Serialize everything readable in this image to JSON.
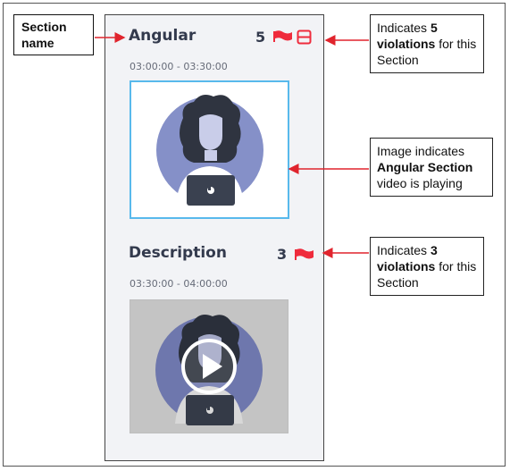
{
  "callouts": {
    "section_name": "Section name",
    "violations5": {
      "pre": "Indicates ",
      "bold": "5 violations",
      "post": " for this Section"
    },
    "image_playing": {
      "pre": "Image indicates ",
      "bold": "Angular Section",
      "post": " video is playing"
    },
    "violations3": {
      "pre": "Indicates ",
      "bold": "3 violations",
      "post": " for this Section"
    }
  },
  "sections": [
    {
      "title": "Angular",
      "count": "5",
      "time": "03:00:00 - 03:30:00",
      "state": "playing"
    },
    {
      "title": "Description",
      "count": "3",
      "time": "03:30:00 - 04:00:00",
      "state": "paused"
    }
  ],
  "icons": {
    "flag": "flag-icon",
    "layout": "panel-layout-icon",
    "play": "play-icon",
    "avatar": "person-with-laptop-icon"
  },
  "colors": {
    "flag": "#ef2b3c",
    "arrow": "#e0242d",
    "active_border": "#58b9ec",
    "avatar_circle": "#8590c8",
    "hair": "#2f3440",
    "laptop": "#3a4150"
  }
}
